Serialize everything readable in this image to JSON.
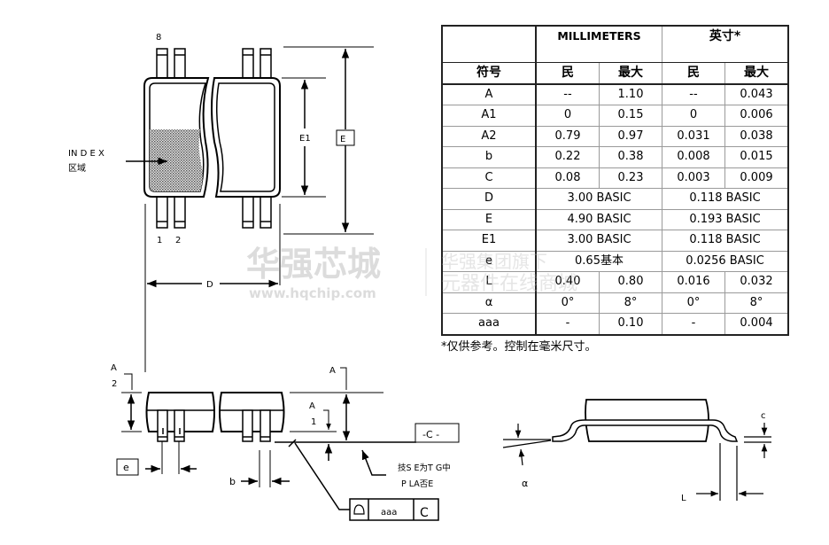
{
  "table": {
    "group_headers": [
      "MILLIMETERS",
      "英寸*"
    ],
    "sub_headers": [
      "符号",
      "民",
      "最大",
      "民",
      "最大"
    ],
    "rows": [
      {
        "symbol": "A",
        "mm_min": "--",
        "mm_max": "1.10",
        "in_min": "--",
        "in_max": "0.043"
      },
      {
        "symbol": "A1",
        "mm_min": "0",
        "mm_max": "0.15",
        "in_min": "0",
        "in_max": "0.006"
      },
      {
        "symbol": "A2",
        "mm_min": "0.79",
        "mm_max": "0.97",
        "in_min": "0.031",
        "in_max": "0.038"
      },
      {
        "symbol": "b",
        "mm_min": "0.22",
        "mm_max": "0.38",
        "in_min": "0.008",
        "in_max": "0.015"
      },
      {
        "symbol": "C",
        "mm_min": "0.08",
        "mm_max": "0.23",
        "in_min": "0.003",
        "in_max": "0.009"
      },
      {
        "symbol": "D",
        "mm_basic": "3.00 BASIC",
        "in_basic": "0.118 BASIC"
      },
      {
        "symbol": "E",
        "mm_basic": "4.90 BASIC",
        "in_basic": "0.193 BASIC"
      },
      {
        "symbol": "E1",
        "mm_basic": "3.00 BASIC",
        "in_basic": "0.118 BASIC"
      },
      {
        "symbol": "e",
        "mm_basic": "0.65基本",
        "in_basic": "0.0256 BASIC"
      },
      {
        "symbol": "L",
        "mm_min": "0.40",
        "mm_max": "0.80",
        "in_min": "0.016",
        "in_max": "0.032"
      },
      {
        "symbol": "α",
        "mm_min": "0°",
        "mm_max": "8°",
        "in_min": "0°",
        "in_max": "8°"
      },
      {
        "symbol": "aaa",
        "mm_min": "-",
        "mm_max": "0.10",
        "in_min": "-",
        "in_max": "0.004"
      }
    ],
    "footnote": "*仅供参考。控制在毫米尺寸。"
  },
  "top_view": {
    "pin_top_label": "8",
    "pin_bottom_labels": [
      "1",
      "2"
    ],
    "index_label_line1": "IN D E X",
    "index_label_line2": "区域",
    "dim_e1": "E1",
    "dim_e": "E",
    "dim_d": "D"
  },
  "side_view": {
    "a2_label_line1": "A",
    "a2_label_line2": "2",
    "a_label": "A",
    "a1_label_line1": "A",
    "a1_label_line2": "1",
    "datum_label": "-C -",
    "seating_plane_line1": "技S E为T G中",
    "seating_plane_line2": "P LA否E",
    "e_box": "e",
    "b_label": "b",
    "tolerance_value": "aaa",
    "tolerance_datum": "C"
  },
  "end_view": {
    "alpha_label": "α",
    "l_label": "L",
    "c_label": "c"
  },
  "watermark": {
    "brand": "华强芯城",
    "url": "www.hqchip.com",
    "slogan_line1": "华强集团旗下",
    "slogan_line2": "元器件在线商城"
  }
}
